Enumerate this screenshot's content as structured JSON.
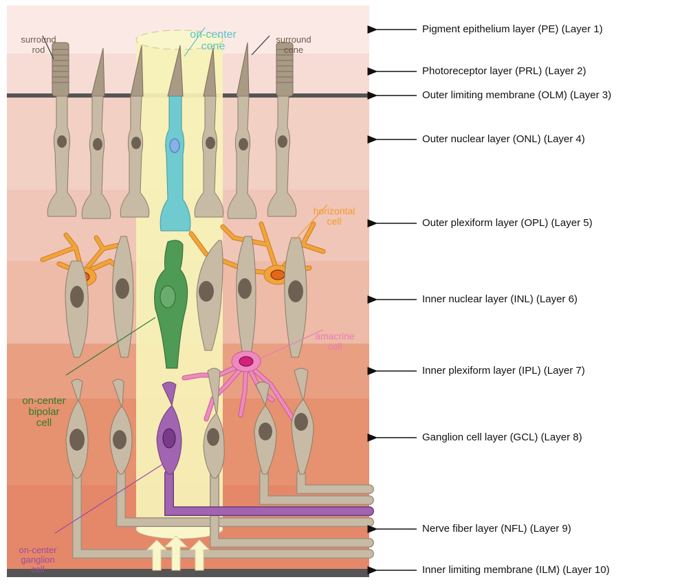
{
  "layers": [
    {
      "id": "pe",
      "label": "Pigment epithelium layer (PE) (Layer 1)"
    },
    {
      "id": "prl",
      "label": "Photoreceptor layer (PRL) (Layer 2)"
    },
    {
      "id": "olm",
      "label": "Outer limiting membrane (OLM) (Layer 3)"
    },
    {
      "id": "onl",
      "label": "Outer nuclear layer (ONL) (Layer 4)"
    },
    {
      "id": "opl",
      "label": "Outer plexiform layer (OPL) (Layer 5)"
    },
    {
      "id": "inl",
      "label": "Inner nuclear layer (INL) (Layer 6)"
    },
    {
      "id": "ipl",
      "label": "Inner plexiform layer (IPL) (Layer 7)"
    },
    {
      "id": "gcl",
      "label": "Ganglion cell layer (GCL) (Layer 8)"
    },
    {
      "id": "nfl",
      "label": "Nerve fiber layer (NFL) (Layer 9)"
    },
    {
      "id": "ilm",
      "label": "Inner limiting membrane (ILM) (Layer 10)"
    }
  ],
  "cell_labels": {
    "surround_rod": {
      "line1": "surround",
      "line2": "rod"
    },
    "oncenter_cone": {
      "line1": "on-center",
      "line2": "cone"
    },
    "surround_cone": {
      "line1": "surround",
      "line2": "cone"
    },
    "horizontal": {
      "line1": "horizontal",
      "line2": "cell"
    },
    "amacrine": {
      "line1": "amacrine",
      "line2": "cell"
    },
    "bipolar": {
      "line1": "on-center",
      "line2": "bipolar",
      "line3": "cell"
    },
    "ganglion": {
      "line1": "on-center",
      "line2": "ganglion",
      "line3": "cell"
    }
  },
  "colors": {
    "cell_body": "#c8bba6",
    "nucleus": "#6e6153",
    "cone": "#6fcbcf",
    "horizontal": "#f3a33a",
    "amacrine": "#ee8ac0",
    "bipolar": "#3f8a44",
    "ganglion": "#a064b0",
    "light_column": "#f6f2b8",
    "membrane": "#555555",
    "cone_label": "#5bc3c8",
    "horizontal_label": "#f39a2e",
    "amacrine_label": "#ee7ab6",
    "bipolar_label": "#2e7a30",
    "ganglion_label": "#9a4aa0"
  }
}
